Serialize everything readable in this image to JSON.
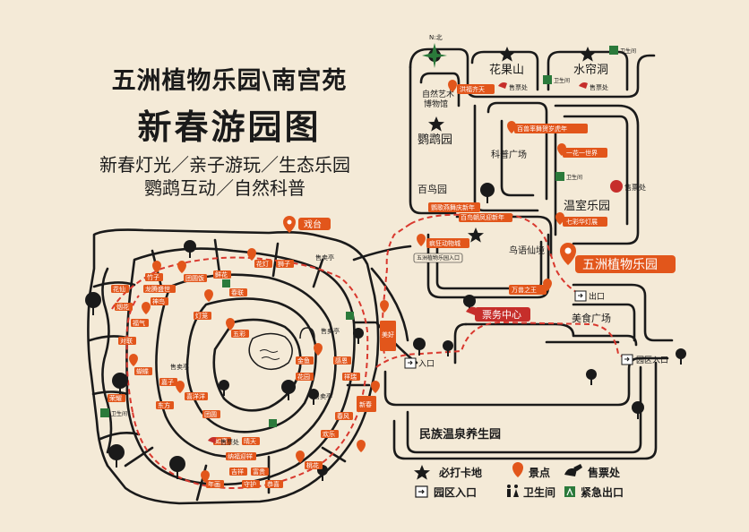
{
  "title": {
    "line1": "五洲植物乐园\\南宫苑",
    "line2": "新春游园图"
  },
  "slogan": {
    "line1": "新春灯光／亲子游玩／生态乐园",
    "line2": "鹦鹉互动／自然科普"
  },
  "compass": "N:北",
  "labels": {
    "huaguoshan": "花果山",
    "shuiliandong": "水帘洞",
    "museum_line1": "自然艺术",
    "museum_line2": "博物馆",
    "yingwuyuan": "鹦鹉园",
    "kepu": "科普广场",
    "bainiaoyuan": "百鸟园",
    "wenshi": "温室乐园",
    "niaoyu": "鸟语仙境",
    "park_name": "五洲植物乐园",
    "meishi": "美食广场",
    "wenquan": "民族温泉养生园",
    "ticket_center": "票务中心",
    "xitai": "戏台",
    "shoumaiting1": "售卖亭",
    "shoumaiting2": "售卖亭",
    "shoumaiting3": "售卖亭",
    "shoumaiting4": "售卖亭"
  },
  "tags": {
    "hongfu": "洪福齐天",
    "baishou": "百兽率舞贺岁虎年",
    "yihua": "一花一世界",
    "qicai": "七彩华灯展",
    "yingge": "鹦歌燕舞庆新年",
    "dongwucheng": "疯狂动物城",
    "wanhua": "万兽之王",
    "baiyi": "百鸟朝凤迎新年",
    "gate_entry": "五洲植物乐园入口",
    "zhuzi": "竹子",
    "xianhua": "鲜花",
    "shizi": "狮子",
    "huadeng": "花灯",
    "longteng": "龙腾盛世",
    "huaxian": "花仙",
    "shenbao": "神鸟",
    "yanhua": "烟花",
    "fuqi": "福气",
    "chunlian": "春联",
    "denglong": "灯笼",
    "wucai": "五彩",
    "duilian": "对联",
    "hudie": "蝴蝶",
    "jiazi": "嘉子",
    "rongyao": "荣耀",
    "dongfang": "东方",
    "xiyang": "喜洋洋",
    "tuanyuan": "团圆",
    "jinyu": "金鱼",
    "ganen": "感恩",
    "huayuan": "花园",
    "xiangrui": "祥瑞",
    "nahe": "纳福迎祥",
    "ruyi": "如意",
    "qingtian": "晴天",
    "jixiang": "吉祥",
    "fugui": "富贵",
    "gongxi": "恭喜",
    "shouhu": "守护",
    "nianhua": "年画",
    "taohua": "桃花",
    "huanle": "欢乐",
    "chunfeng": "春风",
    "xinchun": "新春",
    "meihao": "美好",
    "tuanyuanfan": "团圆饭"
  },
  "small": {
    "wc1": "卫生间",
    "wc2": "卫生间",
    "wc3": "卫生间",
    "wc4": "卫生间",
    "ticket1": "售票处",
    "ticket2": "售票处",
    "ticket3": "售票处",
    "ticket4": "售票处",
    "exit": "出口",
    "entry": "入口",
    "park_entry": "园区入口",
    "entry_main": "五洲植物乐园入口"
  },
  "legend": {
    "must": "必打卡地",
    "spot": "景点",
    "ticket": "售票处",
    "entry": "园区入口",
    "wc": "卫生间",
    "emergency": "紧急出口"
  },
  "colors": {
    "road": "#1a1a1a",
    "orange": "#e2561b",
    "red": "#c62e2b",
    "bg": "#f4ead7",
    "green": "#2b7a3b",
    "dash": "#d9382e"
  }
}
